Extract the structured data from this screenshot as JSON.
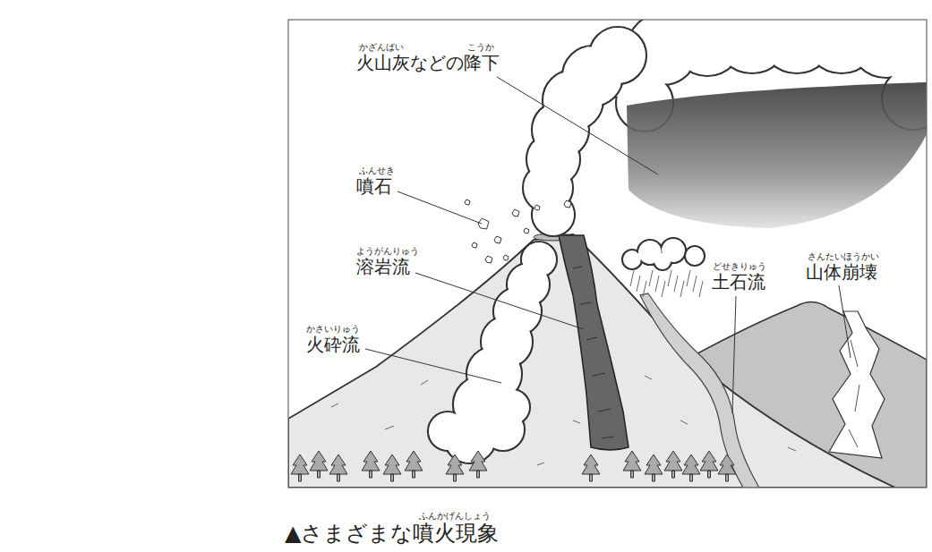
{
  "diagram": {
    "caption": "▲さまざまな噴火現象",
    "labels": [
      "かざんばい",
      "こうか",
      "火山灰などの降下",
      "ふんせき",
      "噴石",
      "ようがんりゅう",
      "溶岩流",
      "かさいりゅう",
      "火砕流",
      "どせきりゅう",
      "土石流",
      "さんたいほうかい",
      "山体崩壊",
      "ふんかげんしょう"
    ]
  }
}
